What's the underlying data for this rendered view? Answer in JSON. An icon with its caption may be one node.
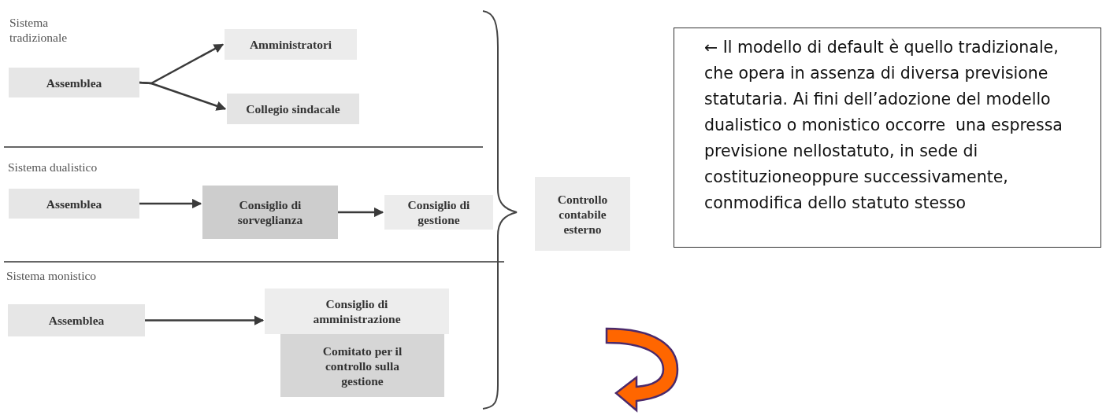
{
  "diagram": {
    "nodes": [
      {
        "text": [
          "Assemblea"
        ]
      },
      {
        "text": [
          "Amministratori"
        ]
      },
      {
        "text": [
          "Collegio sindacale"
        ]
      },
      {
        "text": [
          "Assemblea"
        ]
      },
      {
        "text": [
          "Consiglio di sorveglianza"
        ]
      },
      {
        "text": [
          "Consiglio di gestione"
        ]
      },
      {
        "text": [
          "Assemblea"
        ]
      },
      {
        "text": [
          "Consiglio di amministrazione"
        ]
      },
      {
        "text": [
          "Comitato per il controllo sulla gestione"
        ]
      },
      {
        "text": [
          "Controllo contabile esterno"
        ]
      },
      {
        "text": [
          "← Il modello di default è quello tradizionale, che opera in assenza di diversa previsione statutaria. Ai fini dell’adozione del modello dualistico o monistico occorre  una espressa previsione nellostatuto, in sede di costituzioneoppure successivamente, conmodifica dello statuto stesso"
        ]
      }
    ],
    "edges": [
      {
        "from": 0,
        "to": 1,
        "arrow": "to"
      },
      {
        "from": 0,
        "to": 2,
        "arrow": "to"
      },
      {
        "from": 3,
        "to": 4,
        "arrow": "to"
      },
      {
        "from": 4,
        "to": 5,
        "arrow": "to"
      },
      {
        "from": 6,
        "to": 7,
        "arrow": "to"
      }
    ],
    "labels": [
      "Sistema tradizionale",
      "Sistema dualistico",
      "Sistema monistico"
    ]
  }
}
